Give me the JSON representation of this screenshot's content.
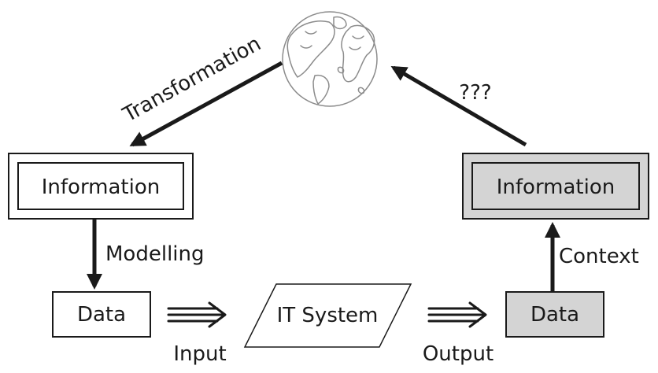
{
  "diagram": {
    "nodes": {
      "info_left": "Information",
      "data_left": "Data",
      "it_system": "IT System",
      "data_right": "Data",
      "info_right": "Information"
    },
    "edges": {
      "transformation": "Transformation",
      "unknown": "???",
      "modelling": "Modelling",
      "input": "Input",
      "output": "Output",
      "context": "Context"
    },
    "icons": {
      "world": "globe-icon"
    },
    "colors": {
      "stroke": "#1a1a1a",
      "globe": "#8c8c8c",
      "shaded_fill": "#d4d4d4",
      "plain_fill": "#ffffff"
    }
  }
}
